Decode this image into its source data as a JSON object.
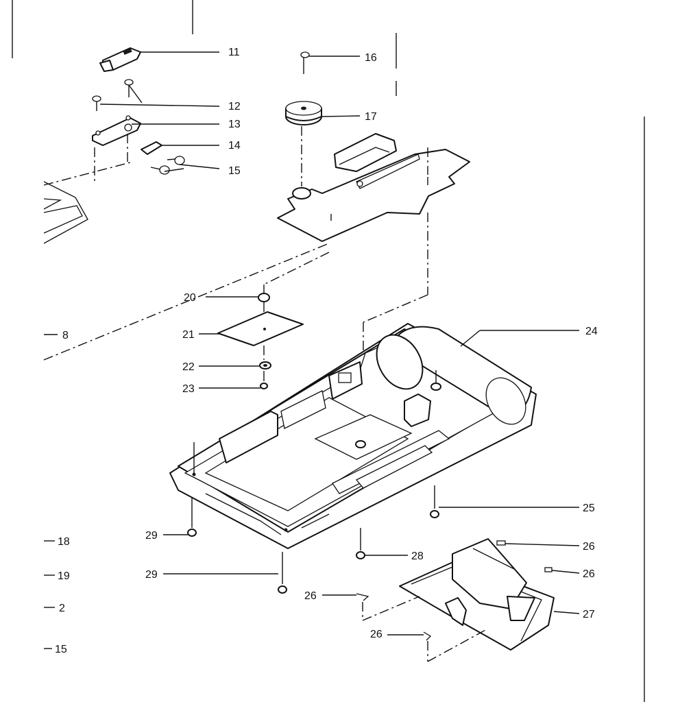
{
  "callouts": {
    "c11": "11",
    "c12": "12",
    "c13": "13",
    "c14": "14",
    "c15": "15",
    "c16": "16",
    "c17": "17",
    "c20": "20",
    "c21": "21",
    "c22": "22",
    "c23": "23",
    "c24": "24",
    "c25": "25",
    "c26a": "26",
    "c26b": "26",
    "c26c": "26",
    "c26d": "26",
    "c27": "27",
    "c28": "28",
    "c29a": "29",
    "c29b": "29"
  },
  "edge_refs": {
    "r8": "8",
    "r18": "18",
    "r19": "19",
    "r2": "2",
    "r15": "15"
  }
}
